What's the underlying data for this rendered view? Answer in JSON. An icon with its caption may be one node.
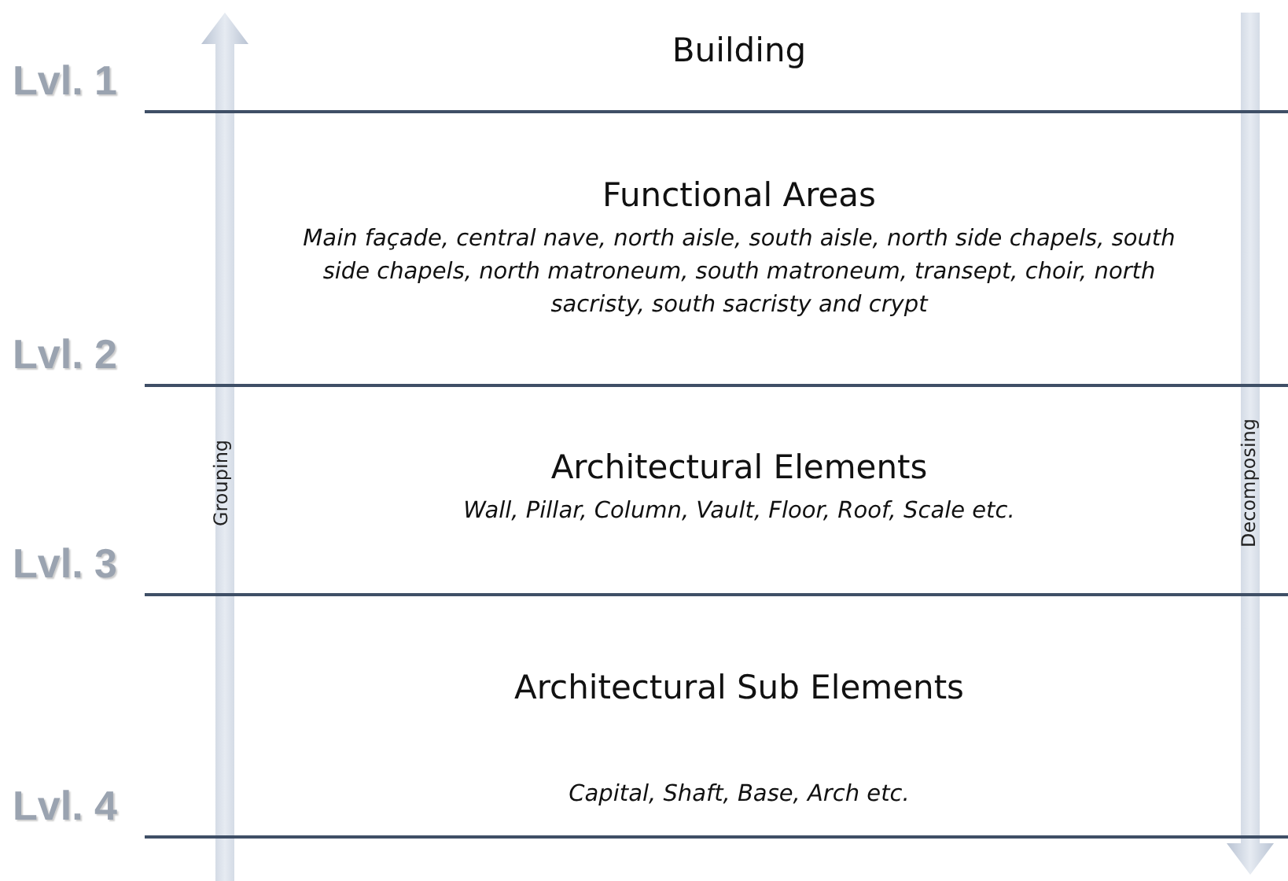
{
  "diagram": {
    "nodes": [
      {
        "text": [
          "Building"
        ]
      },
      {
        "text": [
          "Functional Areas",
          "Main façade, central nave, north aisle, south aisle, north side chapels, south side chapels, north matroneum, south matroneum, transept, choir, north sacristy, south sacristy and crypt"
        ]
      },
      {
        "text": [
          "Architectural Elements",
          "Wall, Pillar, Column, Vault, Floor, Roof, Scale etc."
        ]
      },
      {
        "text": [
          "Architectural Sub Elements",
          "Capital, Shaft, Base, Arch etc."
        ]
      }
    ],
    "edges": [],
    "labels": [
      "Lvl. 1",
      "Lvl. 2",
      "Lvl. 3",
      "Lvl. 4",
      "Grouping",
      "Decomposing"
    ]
  }
}
